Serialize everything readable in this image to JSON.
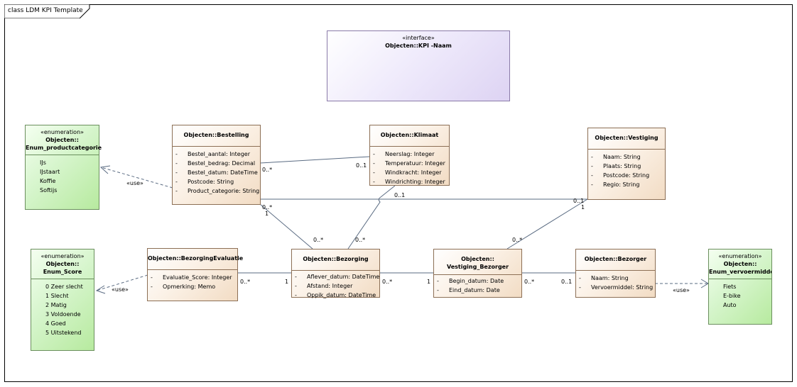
{
  "diagram": {
    "title": "class LDM KPI Template"
  },
  "interface": {
    "stereotype": "«interface»",
    "name": "Objecten::KPI -Naam"
  },
  "classes": {
    "bestelling": {
      "name": "Objecten::Bestelling",
      "attributes": [
        {
          "vis": "-",
          "text": "Bestel_aantal: Integer"
        },
        {
          "vis": "-",
          "text": "Bestel_bedrag: Decimal"
        },
        {
          "vis": "-",
          "text": "Bestel_datum: DateTime"
        },
        {
          "vis": "-",
          "text": "Postcode: String"
        },
        {
          "vis": "-",
          "text": "Product_categorie: String"
        }
      ]
    },
    "klimaat": {
      "name": "Objecten::Klimaat",
      "attributes": [
        {
          "vis": "-",
          "text": "Neerslag: Integer"
        },
        {
          "vis": "-",
          "text": "Temperatuur: Integer"
        },
        {
          "vis": "-",
          "text": "Windkracht: Integer"
        },
        {
          "vis": "-",
          "text": "Windrichting: Integer"
        }
      ]
    },
    "vestiging": {
      "name": "Objecten::Vestiging",
      "attributes": [
        {
          "vis": "-",
          "text": "Naam: String"
        },
        {
          "vis": "-",
          "text": "Plaats: String"
        },
        {
          "vis": "-",
          "text": "Postcode: String"
        },
        {
          "vis": "-",
          "text": "Regio: String"
        }
      ]
    },
    "evaluatie": {
      "name": "Objecten::BezorgingEvaluatie",
      "attributes": [
        {
          "vis": "-",
          "text": "Evaluatie_Score: Integer"
        },
        {
          "vis": "-",
          "text": "Opmerking: Memo"
        }
      ]
    },
    "bezorging": {
      "name": "Objecten::Bezorging",
      "attributes": [
        {
          "vis": "-",
          "text": "Aflever_datum: DateTime"
        },
        {
          "vis": "-",
          "text": "Afstand: Integer"
        },
        {
          "vis": "-",
          "text": "Oppik_datum: DateTime"
        }
      ]
    },
    "vestiging_bezorger": {
      "name": "Objecten::",
      "name2": "Vestiging_Bezorger",
      "attributes": [
        {
          "vis": "-",
          "text": "Begin_datum: Date"
        },
        {
          "vis": "-",
          "text": "Eind_datum: Date"
        }
      ]
    },
    "bezorger": {
      "name": "Objecten::Bezorger",
      "attributes": [
        {
          "vis": "-",
          "text": "Naam: String"
        },
        {
          "vis": "-",
          "text": "Vervoermiddel: String"
        }
      ]
    }
  },
  "enums": {
    "productcategorie": {
      "stereotype": "«enumeration»",
      "name1": "Objecten::",
      "name2": "Enum_productcategorie",
      "literals": [
        "IJs",
        "IJstaart",
        "Koffie",
        "Softijs"
      ]
    },
    "score": {
      "stereotype": "«enumeration»",
      "name1": "Objecten::",
      "name2": "Enum_Score",
      "literals": [
        "0 Zeer slecht",
        "1 Slecht",
        "2 Matig",
        "3 Voldoende",
        "4 Goed",
        "5 Uitstekend"
      ]
    },
    "vervoermiddel": {
      "stereotype": "«enumeration»",
      "name1": "Objecten::",
      "name2": "Enum_vervoermiddel",
      "literals": [
        "Fiets",
        "E-bike",
        "Auto"
      ]
    }
  },
  "connector_labels": {
    "bestelling_klimaat_src": "0..*",
    "bestelling_klimaat_dst": "0..1",
    "bestelling_vestiging_dst": "0..1",
    "vestiging_near": "0..1",
    "vestiging_one": "1",
    "bestelling_bezorging_src1": "0..*",
    "bestelling_bezorging_src2": "1",
    "bestelling_bezorging_dst": "0..*",
    "klimaat_bezorging_dst": "0..*",
    "vestiging_vb_dst": "0..*",
    "evaluatie_src": "0..*",
    "evaluatie_dst": "1",
    "bezorging_vb_src": "0..*",
    "bezorging_vb_dst": "1",
    "vb_bezorger_src": "0..*",
    "vb_bezorger_dst": "0..1",
    "use_productcategorie": "«use»",
    "use_score": "«use»",
    "use_vervoermiddel": "«use»"
  }
}
